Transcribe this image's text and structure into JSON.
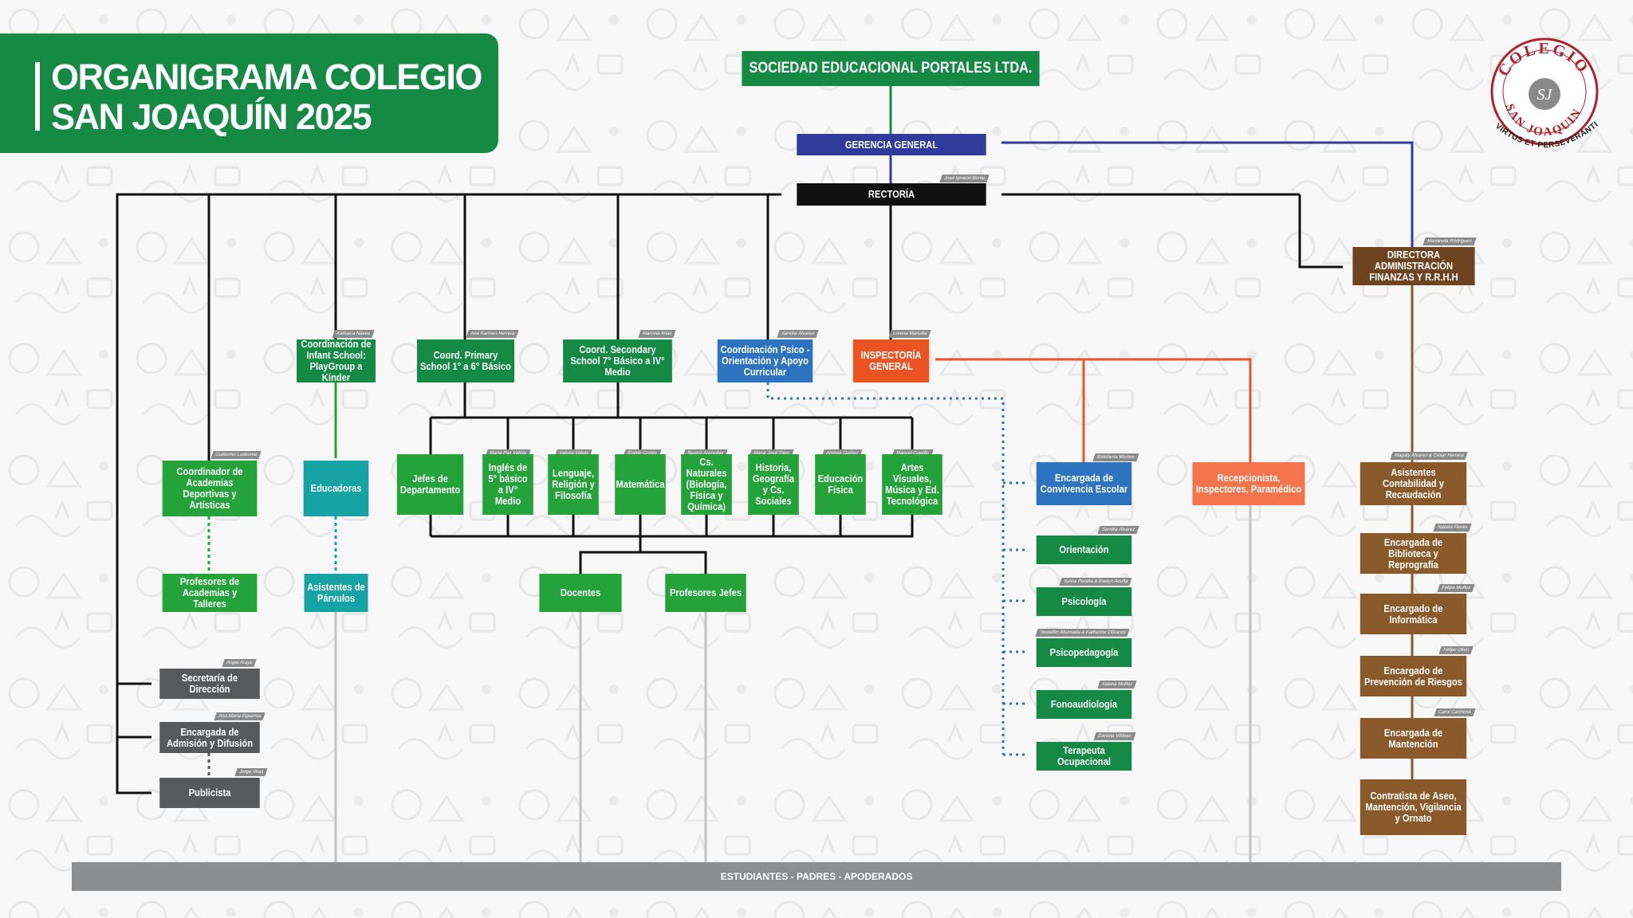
{
  "title": {
    "line1": "ORGANIGRAMA COLEGIO",
    "line2": "SAN JOAQUÍN 2025"
  },
  "logo": {
    "top_text": "COLEGIO",
    "bottom_text": "SAN JOAQUIN",
    "motto": "VIRTUS ET PERSEVERANTIAE",
    "monogram": "SJ"
  },
  "nodes": {
    "sociedad": "SOCIEDAD EDUCACIONAL PORTALES LTDA.",
    "gerencia": "GERENCIA GENERAL",
    "rectoria": "RECTORÍA",
    "directora_admin": "DIRECTORA ADMINISTRACIÓN FINANZAS Y R.R.H.H",
    "coord_infant": "Coordinación de Infant School: PlayGroup a Kínder",
    "coord_primary": "Coord. Primary School 1° a 6° Básico",
    "coord_secondary": "Coord. Secondary School 7° Básico a IV° Medio",
    "coord_psico": "Coordinación Psico - Orientación y Apoyo Curricular",
    "inspectoria": "INSPECTORÍA GENERAL",
    "coord_academias": "Coordinador de Academias Deportivas y Artísticas",
    "educadoras": "Educadoras",
    "jefes_depto": "Jefes de Departamento",
    "ingles": "Inglés de 5° básico a IV° Medio",
    "lenguaje": "Lenguaje, Religión y Filosofía",
    "matematica": "Matemática",
    "ciencias": "Cs. Naturales (Biología, Física y Química)",
    "historia": "Historia, Geografía y Cs. Sociales",
    "ed_fisica": "Educación Física",
    "artes": "Artes Visuales, Música y Ed. Tecnológica",
    "prof_academias": "Profesores de Academias y Talleres",
    "asistentes_parvulos": "Asistentes de Párvulos",
    "docentes": "Docentes",
    "prof_jefes": "Profesores Jefes",
    "convivencia": "Encargada de Convivencia Escolar",
    "orientacion": "Orientación",
    "psicologia": "Psicología",
    "psicopedagogia": "Psicopedagogía",
    "fonoaudiologia": "Fonoaudiología",
    "terapeuta": "Terapeuta Ocupacional",
    "recepcionista": "Recepcionista, Inspectores, Paramédico",
    "contabilidad": "Asistentes Contabilidad y Recaudación",
    "biblioteca": "Encargada de Biblioteca y Reprografía",
    "informatica": "Encargado de Informática",
    "prevencion": "Encargado de Prevención de Riesgos",
    "mantencion": "Encargada de Mantención",
    "aseo": "Contratista de Aseo, Mantención, Vigilancia y Ornato",
    "secretaria": "Secretaría de Dirección",
    "admision": "Encargada de Admisión y Difusión",
    "publicista": "Publicista"
  },
  "names": {
    "rectoria": "José Ignacio Bonta",
    "directora_admin": "Marianela Rodríguez",
    "coord_infant": "Katiusca Navea",
    "coord_primary": "Ana Karmen Herrera",
    "coord_secondary": "Marcela Arias",
    "coord_psico": "Sandra Álvarez",
    "inspectoria": "Lorena Mancilla",
    "coord_academias": "Guillermo Ledezma",
    "ingles": "María Paz Videla",
    "lenguaje": "Valeria Videla",
    "matematica": "Eraldo Cortés",
    "ciencias": "Beatriz Arancibia",
    "historia": "María José Trigo",
    "ed_fisica": "Andrea Guiñez",
    "artes": "Maricel Castillo",
    "convivencia": "Estefanía Wichos",
    "orientacion": "Sandra Álvarez",
    "psicologia": "Sylvia Peralta & Evelyn Acuña",
    "psicopedagogia": "Yessellin Ahumada & Katherine Olivares",
    "fonoaudiologia": "Valeria Muñoz",
    "terapeuta": "Daniela Vildoso",
    "contabilidad": "Magaly Álvarez & César Herrera",
    "biblioteca": "Natalia Flores",
    "informatica": "Felipe Muñoz",
    "prevencion": "Felipe Olivo",
    "mantencion": "Carol Carmona",
    "secretaria": "Angie Araya",
    "admision": "Ana María Figueroa",
    "publicista": "Jorge Veas"
  },
  "footer": "ESTUDIANTES - PADRES - APODERADOS",
  "colors": {
    "green": "#23a33a",
    "dark_green": "#148a45",
    "teal": "#16a3a3",
    "blue": "#2e73c0",
    "orange": "#eb5323",
    "salmon": "#f5744c",
    "brown": "#8a5a2b",
    "gray": "#57595b",
    "navy": "#2f3c9c",
    "black": "#111111"
  }
}
